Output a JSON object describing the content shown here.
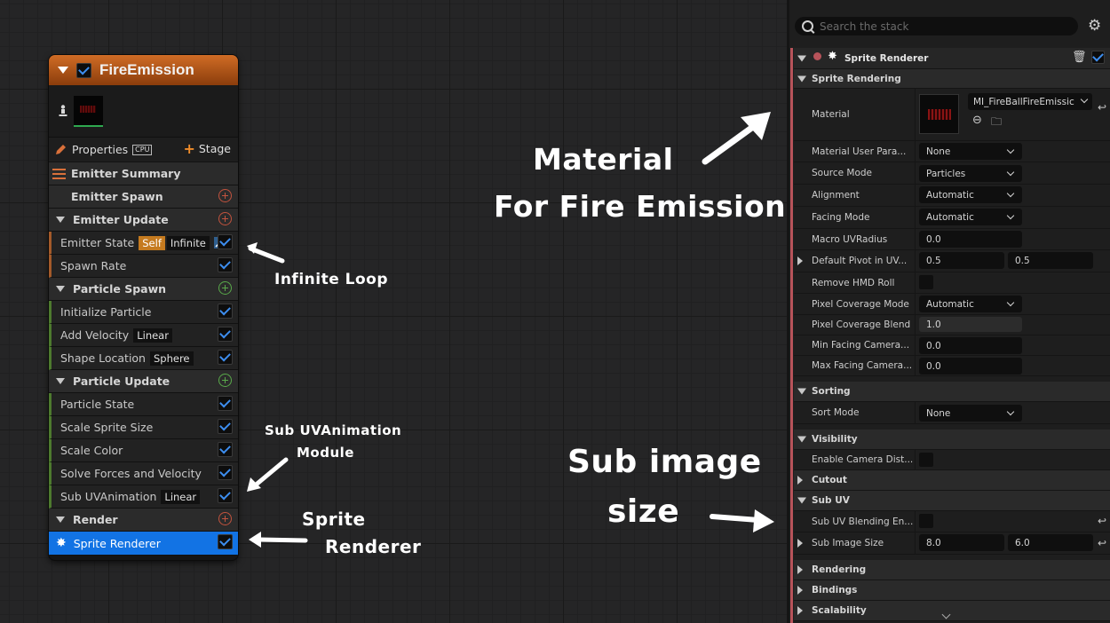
{
  "node": {
    "title": "FireEmission",
    "properties_label": "Properties",
    "cpu_badge": "CPU",
    "stage_label": "Stage",
    "emitter_summary": "Emitter Summary",
    "emitter_spawn": "Emitter Spawn",
    "emitter_update": "Emitter Update",
    "emitter_state": "Emitter State",
    "emitter_state_tag1": "Self",
    "emitter_state_tag2": "Infinite",
    "spawn_rate": "Spawn Rate",
    "particle_spawn": "Particle Spawn",
    "initialize_particle": "Initialize Particle",
    "add_velocity": "Add Velocity",
    "add_velocity_tag": "Linear",
    "shape_location": "Shape Location",
    "shape_location_tag": "Sphere",
    "particle_update": "Particle Update",
    "particle_state": "Particle State",
    "scale_sprite_size": "Scale Sprite Size",
    "scale_color": "Scale Color",
    "solve_forces": "Solve Forces and Velocity",
    "sub_uv": "Sub UVAnimation",
    "sub_uv_tag": "Linear",
    "render": "Render",
    "sprite_renderer": "Sprite Renderer"
  },
  "annotations": {
    "infinite_loop": "Infinite Loop",
    "sub_uv_line1": "Sub UVAnimation",
    "sub_uv_line2": "Module",
    "sprite_line1": "Sprite",
    "sprite_line2": "Renderer",
    "material_line1": "Material",
    "material_line2": "For Fire Emission",
    "subimage_line1": "Sub image",
    "subimage_line2": "size"
  },
  "panel": {
    "search_placeholder": "Search the stack",
    "header": "Sprite Renderer",
    "cat_sprite_rendering": "Sprite Rendering",
    "material_label": "Material",
    "material_value": "MI_FireBallFireEmissic",
    "mat_user_param_label": "Material User Para...",
    "mat_user_param_value": "None",
    "source_mode_label": "Source Mode",
    "source_mode_value": "Particles",
    "alignment_label": "Alignment",
    "alignment_value": "Automatic",
    "facing_mode_label": "Facing Mode",
    "facing_mode_value": "Automatic",
    "macro_uv_label": "Macro UVRadius",
    "macro_uv_value": "0.0",
    "pivot_label": "Default Pivot in UV...",
    "pivot_x": "0.5",
    "pivot_y": "0.5",
    "hmd_label": "Remove HMD Roll",
    "pixel_cov_mode_label": "Pixel Coverage Mode",
    "pixel_cov_mode_value": "Automatic",
    "pixel_cov_blend_label": "Pixel Coverage Blend",
    "pixel_cov_blend_value": "1.0",
    "min_facing_label": "Min Facing Camera...",
    "min_facing_value": "0.0",
    "max_facing_label": "Max Facing Camera...",
    "max_facing_value": "0.0",
    "cat_sorting": "Sorting",
    "sort_mode_label": "Sort Mode",
    "sort_mode_value": "None",
    "cat_visibility": "Visibility",
    "camera_dist_label": "Enable Camera Dist...",
    "cat_cutout": "Cutout",
    "cat_subuv": "Sub UV",
    "subuv_blend_label": "Sub UV Blending En...",
    "sub_image_label": "Sub Image Size",
    "sub_image_x": "8.0",
    "sub_image_y": "6.0",
    "cat_rendering": "Rendering",
    "cat_bindings": "Bindings",
    "cat_scalability": "Scalability"
  }
}
